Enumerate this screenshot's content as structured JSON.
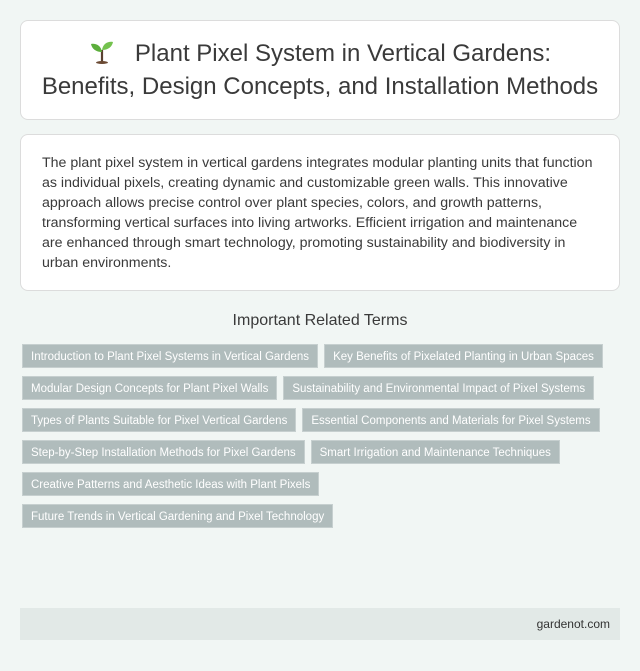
{
  "header": {
    "icon": "seedling-icon",
    "title_line1": "Plant Pixel System in Vertical Gardens:",
    "title_line2": "Benefits, Design Concepts, and Installation Methods"
  },
  "summary": {
    "text": "The plant pixel system in vertical gardens integrates modular planting units that function as individual pixels, creating dynamic and customizable green walls. This innovative approach allows precise control over plant species, colors, and growth patterns, transforming vertical surfaces into living artworks. Efficient irrigation and maintenance are enhanced through smart technology, promoting sustainability and biodiversity in urban environments."
  },
  "related": {
    "heading": "Important Related Terms",
    "terms": [
      "Introduction to Plant Pixel Systems in Vertical Gardens",
      "Key Benefits of Pixelated Planting in Urban Spaces",
      "Modular Design Concepts for Plant Pixel Walls",
      "Sustainability and Environmental Impact of Pixel Systems",
      "Types of Plants Suitable for Pixel Vertical Gardens",
      "Essential Components and Materials for Pixel Systems",
      "Step-by-Step Installation Methods for Pixel Gardens",
      "Smart Irrigation and Maintenance Techniques",
      "Creative Patterns and Aesthetic Ideas with Plant Pixels",
      "Future Trends in Vertical Gardening and Pixel Technology"
    ]
  },
  "footer": {
    "site": "gardenot.com"
  },
  "colors": {
    "page_background": "#f1f6f4",
    "card_background": "#ffffff",
    "tag_background": "#b0bcbc",
    "footer_background": "#e2e9e7"
  }
}
